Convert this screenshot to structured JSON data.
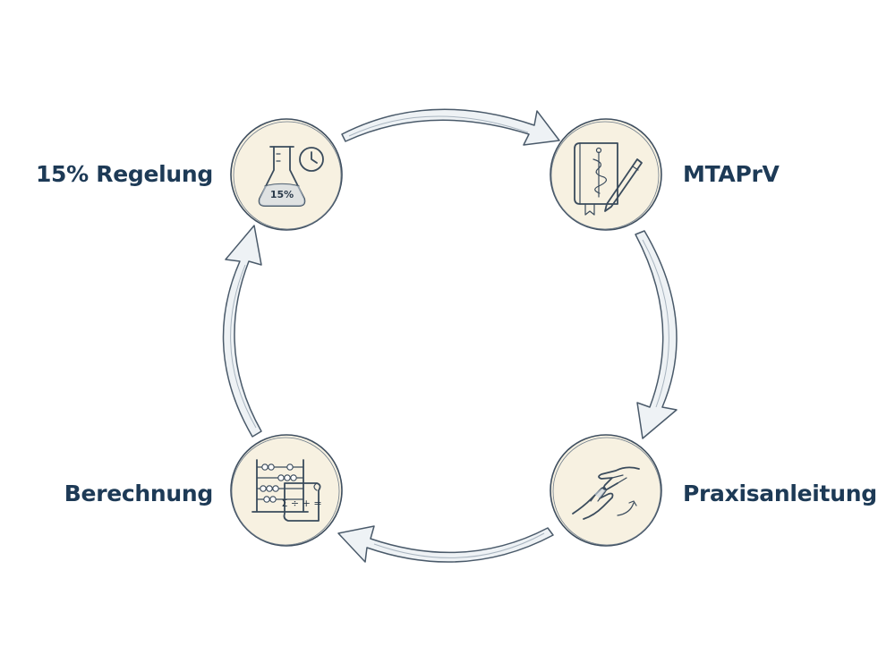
{
  "diagram": {
    "nodes": [
      {
        "id": "tl",
        "label": "15% Regelung",
        "icon": "flask-clock-icon",
        "icon_text": "15%"
      },
      {
        "id": "tr",
        "label": "MTAPrV",
        "icon": "book-caduceus-pen-icon"
      },
      {
        "id": "br",
        "label": "Praxisanleitung",
        "icon": "helping-hands-icon"
      },
      {
        "id": "bl",
        "label": "Berechnung",
        "icon": "abacus-calculation-icon",
        "icon_text": "Σ ÷ + ="
      }
    ],
    "flow": "clockwise",
    "edges": [
      {
        "from": "tl",
        "to": "tr"
      },
      {
        "from": "tr",
        "to": "br"
      },
      {
        "from": "br",
        "to": "bl"
      },
      {
        "from": "bl",
        "to": "tl"
      }
    ],
    "colors": {
      "label_text": "#1d3a56",
      "circle_fill": "#f7f1e1",
      "arrow_fill": "#eef2f5",
      "stroke": "#3a4b5c"
    }
  }
}
